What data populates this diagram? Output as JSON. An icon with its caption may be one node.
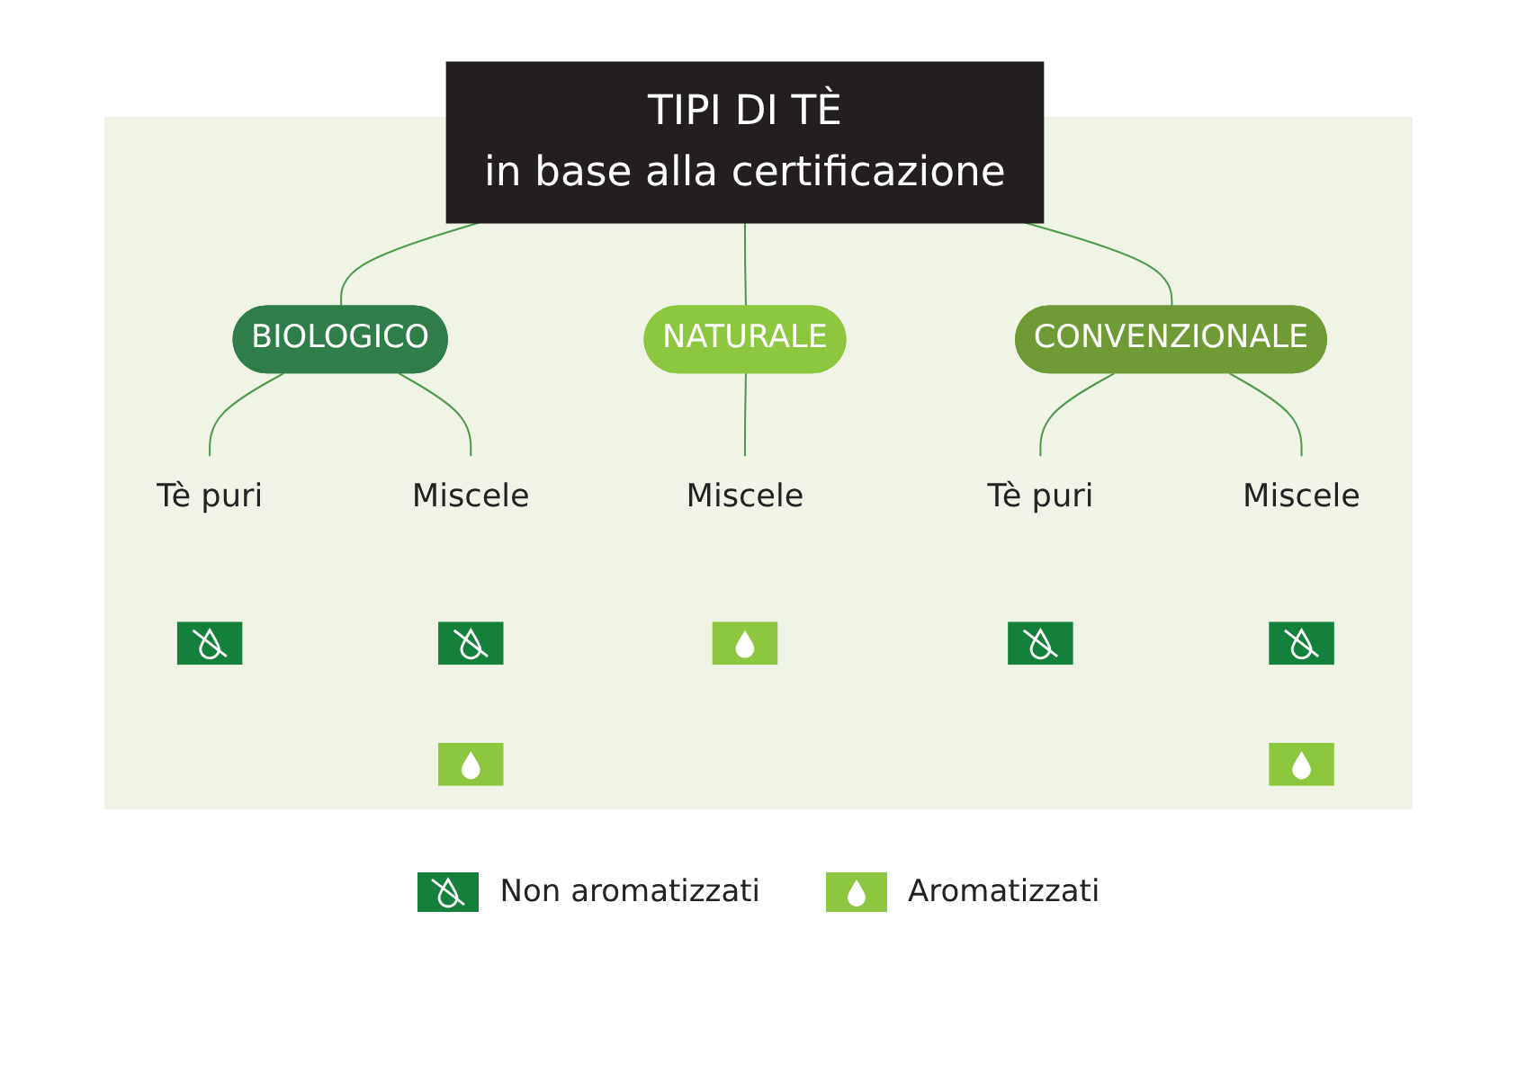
{
  "diagram": {
    "nodes": [
      {
        "text": [
          "TIPI DI TÈ",
          "in base alla certificazione"
        ]
      },
      {
        "text": [
          "BIOLOGICO"
        ]
      },
      {
        "text": [
          "NATURALE"
        ]
      },
      {
        "text": [
          "CONVENZIONALE"
        ]
      },
      {
        "text": [
          "Tè puri"
        ]
      },
      {
        "text": [
          "Miscele"
        ]
      },
      {
        "text": [
          "Miscele"
        ]
      },
      {
        "text": [
          "Tè puri"
        ]
      },
      {
        "text": [
          "Miscele"
        ]
      },
      {
        "text": [],
        "shape": "picture"
      },
      {
        "text": [],
        "shape": "picture"
      },
      {
        "text": [],
        "shape": "picture"
      },
      {
        "text": [],
        "shape": "picture"
      },
      {
        "text": [],
        "shape": "picture"
      },
      {
        "text": [],
        "shape": "picture"
      },
      {
        "text": [],
        "shape": "picture"
      }
    ],
    "edges": [
      {
        "from": 0,
        "to": 1,
        "arrow": "none"
      },
      {
        "from": 0,
        "to": 2,
        "arrow": "none"
      },
      {
        "from": 0,
        "to": 3,
        "arrow": "none"
      },
      {
        "from": 1,
        "to": 4,
        "arrow": "none"
      },
      {
        "from": 1,
        "to": 5,
        "arrow": "none"
      },
      {
        "from": 2,
        "to": 6,
        "arrow": "none"
      },
      {
        "from": 3,
        "to": 7,
        "arrow": "none"
      },
      {
        "from": 3,
        "to": 8,
        "arrow": "none"
      }
    ],
    "legend": [
      {
        "text": "Non aromatizzati"
      },
      {
        "text": "Aromatizzati"
      }
    ]
  }
}
